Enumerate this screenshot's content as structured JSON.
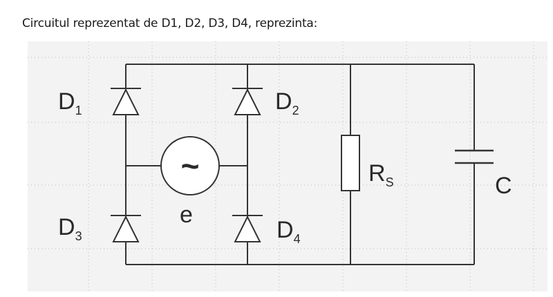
{
  "question": {
    "text": "Circuitul reprezentat de D1, D2, D3, D4, reprezinta:"
  },
  "diagram": {
    "labels": {
      "d1": {
        "main": "D",
        "sub": "1"
      },
      "d2": {
        "main": "D",
        "sub": "2"
      },
      "d3": {
        "main": "D",
        "sub": "3"
      },
      "d4": {
        "main": "D",
        "sub": "4"
      },
      "rs": {
        "main": "R",
        "sub": "S"
      },
      "c": "C",
      "e": "e",
      "source_symbol": "~"
    },
    "colors": {
      "wire": "#333333",
      "grid": "#b8b8b8",
      "background": "#f3f3f3"
    }
  }
}
